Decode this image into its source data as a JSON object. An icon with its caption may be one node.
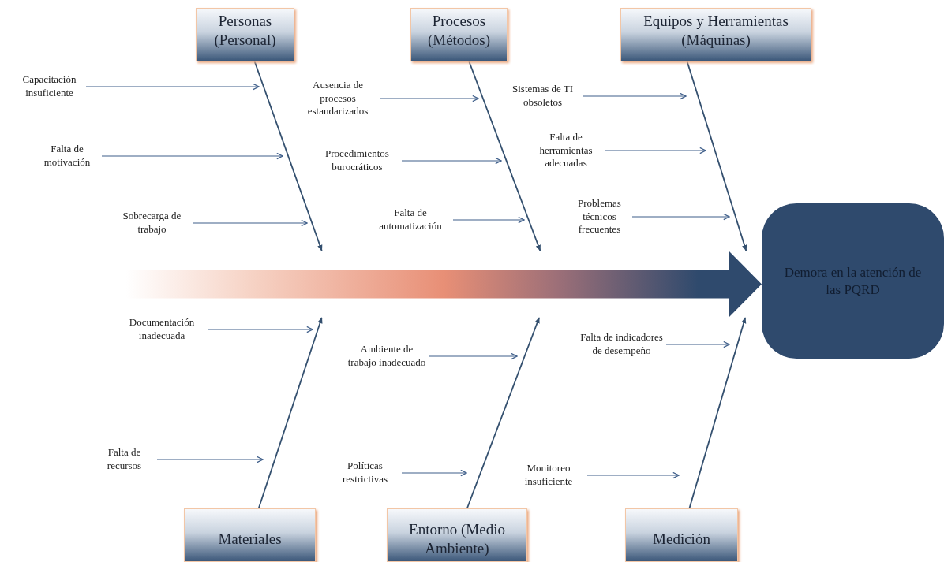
{
  "diagram": {
    "nodes": [
      {
        "text": [
          "Personas (Personal)"
        ]
      },
      {
        "text": [
          "Procesos (Métodos)"
        ]
      },
      {
        "text": [
          "Equipos y Herramientas (Máquinas)"
        ]
      },
      {
        "text": [
          "Materiales"
        ]
      },
      {
        "text": [
          "Entorno (Medio Ambiente)"
        ]
      },
      {
        "text": [
          "Medición"
        ]
      },
      {
        "text": [],
        "shape": "arrow"
      },
      {
        "text": [
          "Demora en la atención de las PQRD"
        ]
      },
      {
        "text": [
          "Capacitación insuficiente"
        ]
      },
      {
        "text": [
          "Falta de motivación"
        ]
      },
      {
        "text": [
          "Sobrecarga de trabajo"
        ]
      },
      {
        "text": [
          "Ausencia de procesos estandarizados"
        ]
      },
      {
        "text": [
          "Procedimientos burocráticos"
        ]
      },
      {
        "text": [
          "Falta de automatización"
        ]
      },
      {
        "text": [
          "Sistemas de TI obsoletos"
        ]
      },
      {
        "text": [
          "Falta de herramientas adecuadas"
        ]
      },
      {
        "text": [
          "Problemas técnicos frecuentes"
        ]
      },
      {
        "text": [
          "Documentación inadecuada"
        ]
      },
      {
        "text": [
          "Falta de recursos"
        ]
      },
      {
        "text": [
          "Ambiente de trabajo inadecuado"
        ]
      },
      {
        "text": [
          "Políticas restrictivas"
        ]
      },
      {
        "text": [
          "Falta de indicadores de desempeño"
        ]
      },
      {
        "text": [
          "Monitoreo insuficiente"
        ]
      }
    ],
    "edges": [
      {
        "from": 0,
        "to": 6,
        "arrow": "to"
      },
      {
        "from": 1,
        "to": 6,
        "arrow": "to"
      },
      {
        "from": 2,
        "to": 6,
        "arrow": "to"
      },
      {
        "from": 3,
        "to": 6,
        "arrow": "to"
      },
      {
        "from": 4,
        "to": 6,
        "arrow": "to"
      },
      {
        "from": 5,
        "to": 6,
        "arrow": "to"
      },
      {
        "from": 8,
        "to": null,
        "arrow": "to"
      },
      {
        "from": 9,
        "to": null,
        "arrow": "to"
      },
      {
        "from": 10,
        "to": null,
        "arrow": "to"
      },
      {
        "from": 11,
        "to": null,
        "arrow": "to"
      },
      {
        "from": 12,
        "to": null,
        "arrow": "to"
      },
      {
        "from": 13,
        "to": null,
        "arrow": "to"
      },
      {
        "from": 14,
        "to": null,
        "arrow": "to"
      },
      {
        "from": 15,
        "to": null,
        "arrow": "to"
      },
      {
        "from": 16,
        "to": null,
        "arrow": "to"
      },
      {
        "from": 17,
        "to": null,
        "arrow": "to"
      },
      {
        "from": 18,
        "to": null,
        "arrow": "to"
      },
      {
        "from": 19,
        "to": null,
        "arrow": "to"
      },
      {
        "from": 20,
        "to": null,
        "arrow": "to"
      },
      {
        "from": 21,
        "to": null,
        "arrow": "to"
      },
      {
        "from": 22,
        "to": null,
        "arrow": "to"
      }
    ]
  }
}
